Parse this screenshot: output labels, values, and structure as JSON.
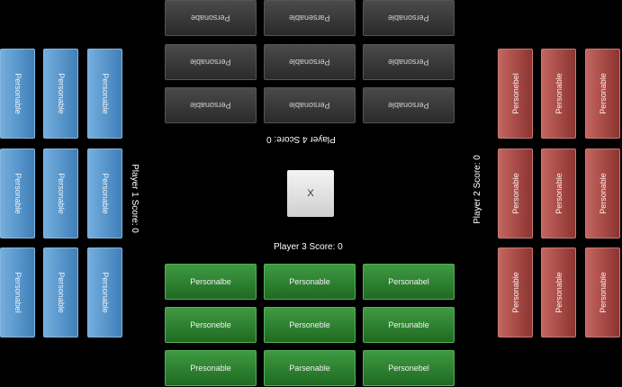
{
  "player1": {
    "score_label": "Player 1 Score: 0",
    "color": "#4f8fc8",
    "cards": [
      "Personabel",
      "Personable",
      "Personable",
      "Personable",
      "Personable",
      "Personable",
      "Personable",
      "Personable",
      "Personable"
    ]
  },
  "player2": {
    "score_label": "Player 2 Score: 0",
    "color": "#a84a45",
    "cards": [
      "Personebel",
      "Personable",
      "Personable",
      "Personable",
      "Personable",
      "Personable",
      "Personable",
      "Personable",
      "Personable"
    ]
  },
  "player3": {
    "score_label": "Player 3 Score: 0",
    "color": "#2f8432",
    "cards": [
      "Personalbe",
      "Personable",
      "Personabel",
      "Personeble",
      "Personeble",
      "Persunable",
      "Presonable",
      "Parsenable",
      "Personebel"
    ]
  },
  "player4": {
    "score_label": "Player 4 Score: 0",
    "color": "#3a3a3a",
    "cards": [
      "Personabe",
      "Parsenable",
      "Personable",
      "Personable",
      "Personable",
      "Personable",
      "Personable",
      "Personable",
      "Personable"
    ]
  },
  "center": {
    "label": "X"
  }
}
